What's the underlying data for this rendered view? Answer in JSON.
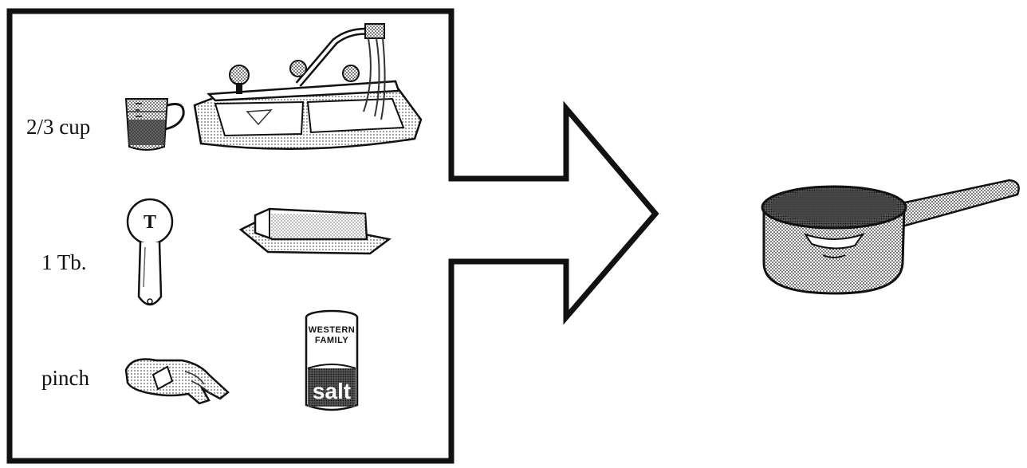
{
  "recipe": {
    "rows": [
      {
        "quantity": "2/3 cup",
        "measure_icon": "measuring-cup-icon",
        "ingredient_icon": "sink-faucet-icon"
      },
      {
        "quantity": "1 Tb.",
        "measure_icon": "tablespoon-icon",
        "ingredient_icon": "butter-dish-icon"
      },
      {
        "quantity": "pinch",
        "measure_icon": "pinch-hand-icon",
        "ingredient_icon": "salt-container-icon"
      }
    ],
    "tablespoon_letter": "T",
    "salt_brand": "WESTERN FAMILY",
    "salt_label": "salt",
    "result_icon": "saucepan-icon",
    "arrow_icon": "right-arrow-icon"
  },
  "colors": {
    "ink": "#111111",
    "paper": "#ffffff",
    "shade": "#777777"
  }
}
